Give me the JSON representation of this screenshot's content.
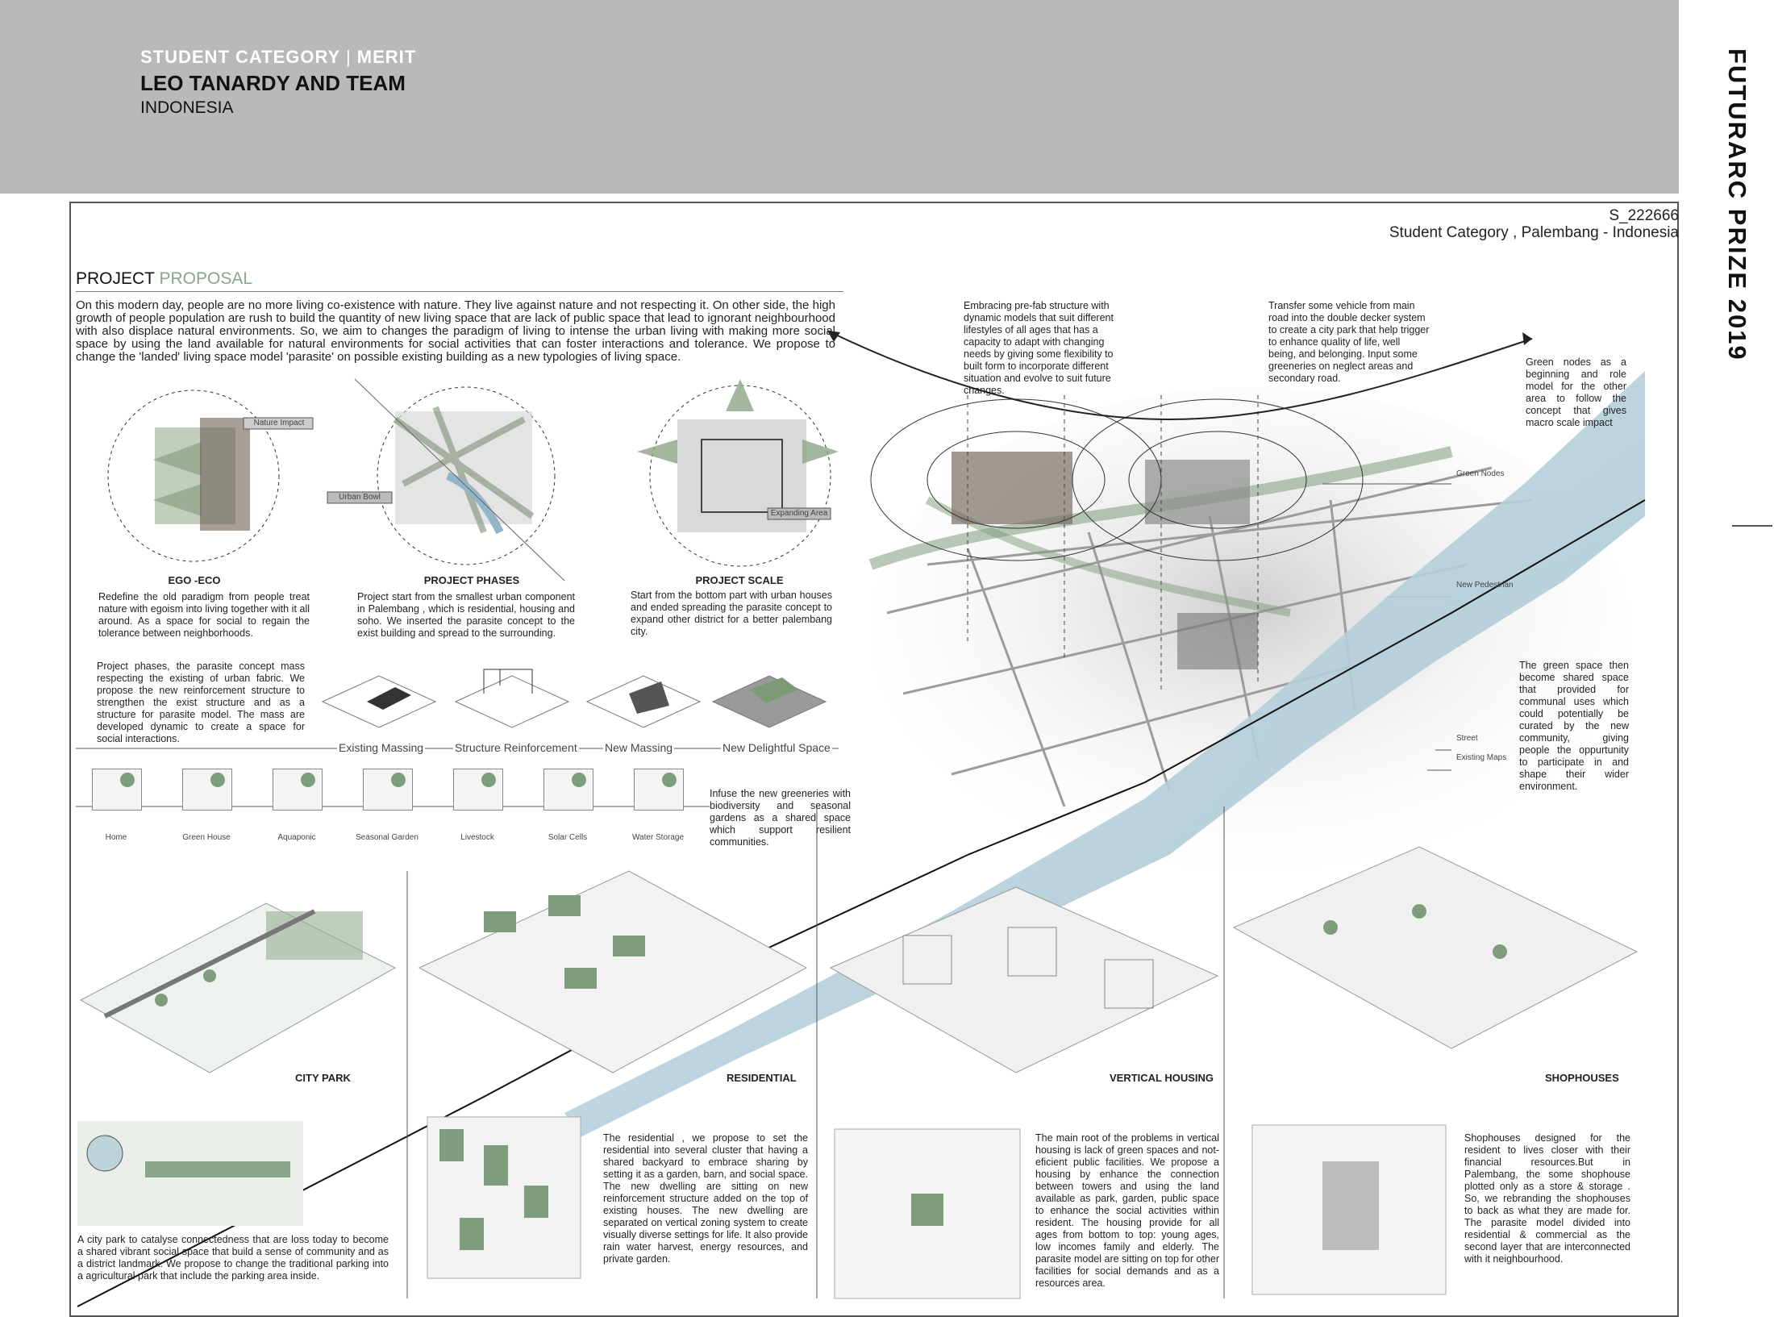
{
  "header": {
    "category_label": "STUDENT CATEGORY",
    "category_sep": "|",
    "award": "MERIT",
    "team": "LEO TANARDY AND TEAM",
    "country": "INDONESIA"
  },
  "side_title": "FUTURARC PRIZE 2019",
  "sheet": {
    "student_id": "S_222666",
    "location": "Student Category , Palembang - Indonesia",
    "section_title_a": "PROJECT",
    "section_title_b": "PROPOSAL",
    "intro": "On this modern day, people are no more living co-existence with nature. They live against nature and not respecting it. On other side, the high growth of people population are rush to build the quantity of new living space that are lack of public space that lead to ignorant neighbourhood with also displace natural environments. So, we aim to changes the paradigm of living to intense the urban living with making more social space by using the land available for natural environments for social activities that can foster interactions and tolerance. We propose to change the 'landed' living space model 'parasite' on possible existing building as a new typologies of living space.",
    "diagram_labels": {
      "nature_impact": "Nature Impact",
      "urban_bowl": "Urban Bowl",
      "expanding_area": "Expanding Area"
    },
    "concepts": [
      {
        "title": "EGO -ECO",
        "text": "Redefine the old paradigm from people treat nature with egoism into living together with it all around. As a space for social to regain the tolerance between neighborhoods."
      },
      {
        "title": "PROJECT PHASES",
        "text": "Project start from the smallest urban component in Palembang , which is residential, housing and soho. We inserted the parasite concept to the exist building and spread to the surrounding."
      },
      {
        "title": "PROJECT SCALE",
        "text": "Start from the bottom part with urban houses and ended spreading the parasite concept to expand other district for a better palembang city."
      }
    ],
    "phases_text": "Project phases, the parasite concept mass respecting the existing of urban fabric. We propose the new reinforcement structure to strengthen the exist structure and as a structure for parasite model. The mass are developed dynamic to create a space for social interactions.",
    "massing_steps": [
      "Existing Massing",
      "Structure Reinforcement",
      "New Massing",
      "New Delightful Space"
    ],
    "modules": [
      "Home",
      "Green House",
      "Aquaponic",
      "Seasonal Garden",
      "Livestock",
      "Solar Cells",
      "Water Storage"
    ],
    "greenery_text": "Infuse the new greeneries with biodiversity and seasonal gardens as a shared space which support resilient communities.",
    "map_notes": {
      "prefab": "Embracing pre-fab structure with dynamic models that suit different lifestyles of all ages that has a capacity to adapt with changing needs by giving some flexibility to built form to incorporate different situation and evolve to suit future changes.",
      "transfer": "Transfer some vehicle from main road into the double decker system to create a city park that help trigger to enhance quality of life, well being, and belonging. Input some greeneries on neglect areas and secondary road.",
      "green_nodes": "Green nodes as a beginning and role model for the other area to follow the concept that gives macro scale impact",
      "green_space": "The green space then become shared space that provided for communal uses which could potentially be curated by the new community, giving people the oppurtunity to participate in and shape their wider environment."
    },
    "map_labels": {
      "green_nodes": "Green Nodes",
      "new_pedestrian": "New Pedestrian",
      "street": "Street",
      "existing_maps": "Existing Maps"
    },
    "typologies": [
      {
        "title": "CITY PARK",
        "text": "A city park to catalyse connectedness that are loss today to become a shared vibrant social space that build a sense of community and as a district landmark. We propose to change the traditional parking into a agricultural park that include the parking area inside."
      },
      {
        "title": "RESIDENTIAL",
        "text": "The residential , we propose to set the residential into several cluster that having a shared backyard to embrace sharing by setting it as a garden, barn, and social space. The new dwelling are sitting on new reinforcement structure added on the top of existing houses. The new dwelling are separated on vertical zoning system to create visually diverse settings for life. It also provide rain water harvest, energy resources, and private garden."
      },
      {
        "title": "VERTICAL HOUSING",
        "text": "The main root of the problems in vertical housing is lack of green spaces and not-eficient public facilities. We propose a housing by enhance the connection between towers and using the land available as park, garden, public space to enhance the social activities within resident. The housing provide for all ages from bottom to top: young ages, low incomes family and elderly. The parasite model are sitting on top for other facilities for social demands and as a resources area."
      },
      {
        "title": "SHOPHOUSES",
        "text": "Shophouses designed for the resident to lives closer with their financial resources.But in Palembang, the some shophouse plotted only as a store & storage . So, we rebranding the shophouses to back as what they are made for. The parasite model divided into residential & commercial as the second layer that are interconnected with it neighbourhood."
      }
    ]
  },
  "colors": {
    "header_bg": "#b9b9bb",
    "green": "#7f9c7c",
    "river": "#b9d3dc",
    "accent_text": "#8aa58a"
  }
}
